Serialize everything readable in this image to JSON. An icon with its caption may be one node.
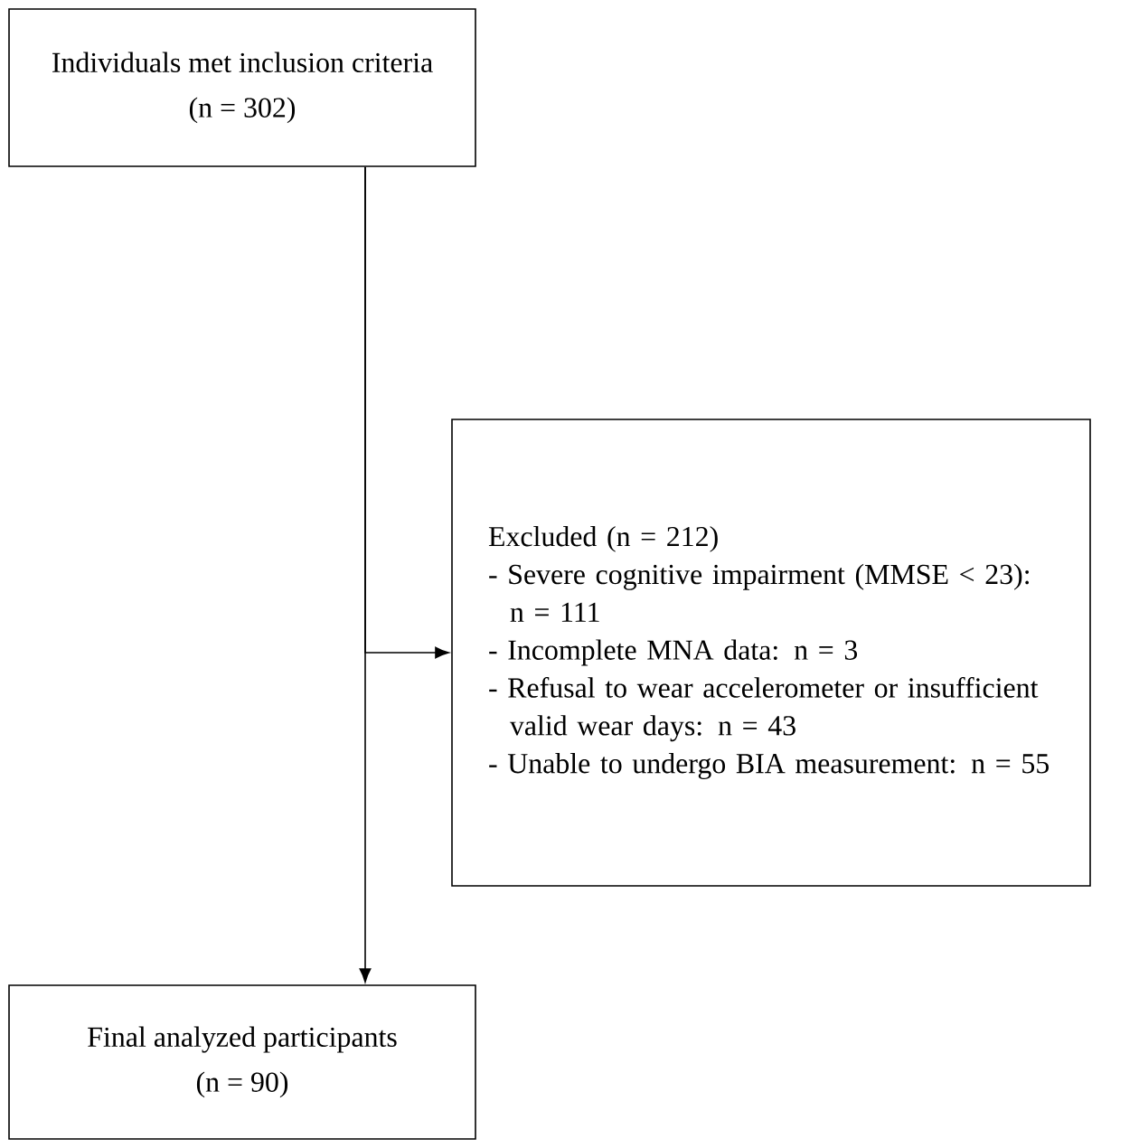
{
  "diagram": {
    "nodes": [
      {
        "text": [
          "Individuals met inclusion criteria",
          "(n = 302)"
        ]
      },
      {
        "text": [
          "Excluded (n = 212)",
          "- Severe cognitive impairment (MMSE < 23): n = 111",
          "- Incomplete MNA data: n = 3",
          "- Refusal to wear accelerometer or insufficient valid wear days: n = 43",
          "- Unable to undergo BIA measurement: n = 55"
        ]
      },
      {
        "text": [
          "Final analyzed participants",
          "(n = 90)"
        ]
      }
    ],
    "edges": [
      {
        "from": 0,
        "to": 1,
        "arrow": "to"
      },
      {
        "from": 0,
        "to": 2,
        "arrow": "to"
      }
    ]
  }
}
